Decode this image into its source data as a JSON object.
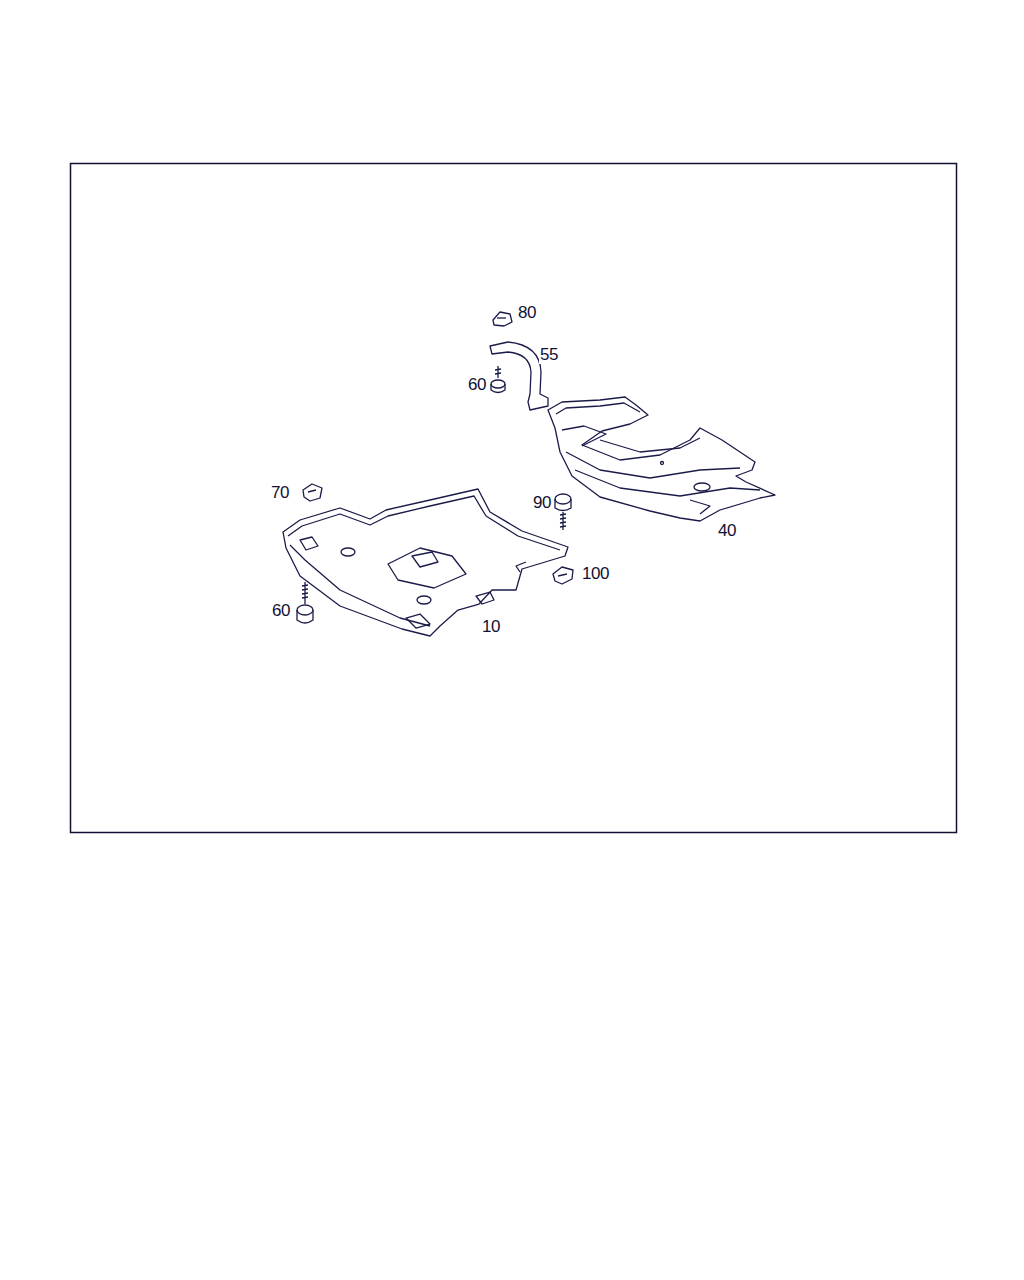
{
  "diagram": {
    "labels": [
      "80",
      "55",
      "60",
      "70",
      "90",
      "40",
      "100",
      "60",
      "10"
    ]
  }
}
